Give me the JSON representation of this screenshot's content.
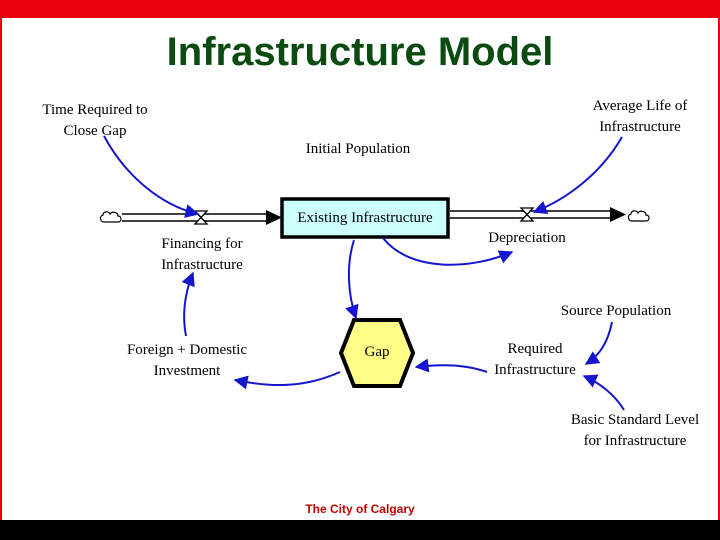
{
  "title": "Infrastructure Model",
  "footer": "The City of Calgary",
  "labels": {
    "time_required_1": "Time Required to",
    "time_required_2": "Close Gap",
    "avg_life_1": "Average Life of",
    "avg_life_2": "Infrastructure",
    "initial_population": "Initial Population",
    "existing_infrastructure": "Existing Infrastructure",
    "financing_1": "Financing for",
    "financing_2": "Infrastructure",
    "depreciation": "Depreciation",
    "source_population": "Source Population",
    "foreign_1": "Foreign + Domestic",
    "foreign_2": "Investment",
    "gap": "Gap",
    "required_1": "Required",
    "required_2": "Infrastructure",
    "basic_1": "Basic Standard Level",
    "basic_2": "for Infrastructure"
  },
  "colors": {
    "header_bar": "#e8000b",
    "title": "#0b4a10",
    "footer_text": "#c00000",
    "stock_fill": "#ccffff",
    "gap_fill": "#ffff88",
    "link_arrow": "#1515d0"
  }
}
